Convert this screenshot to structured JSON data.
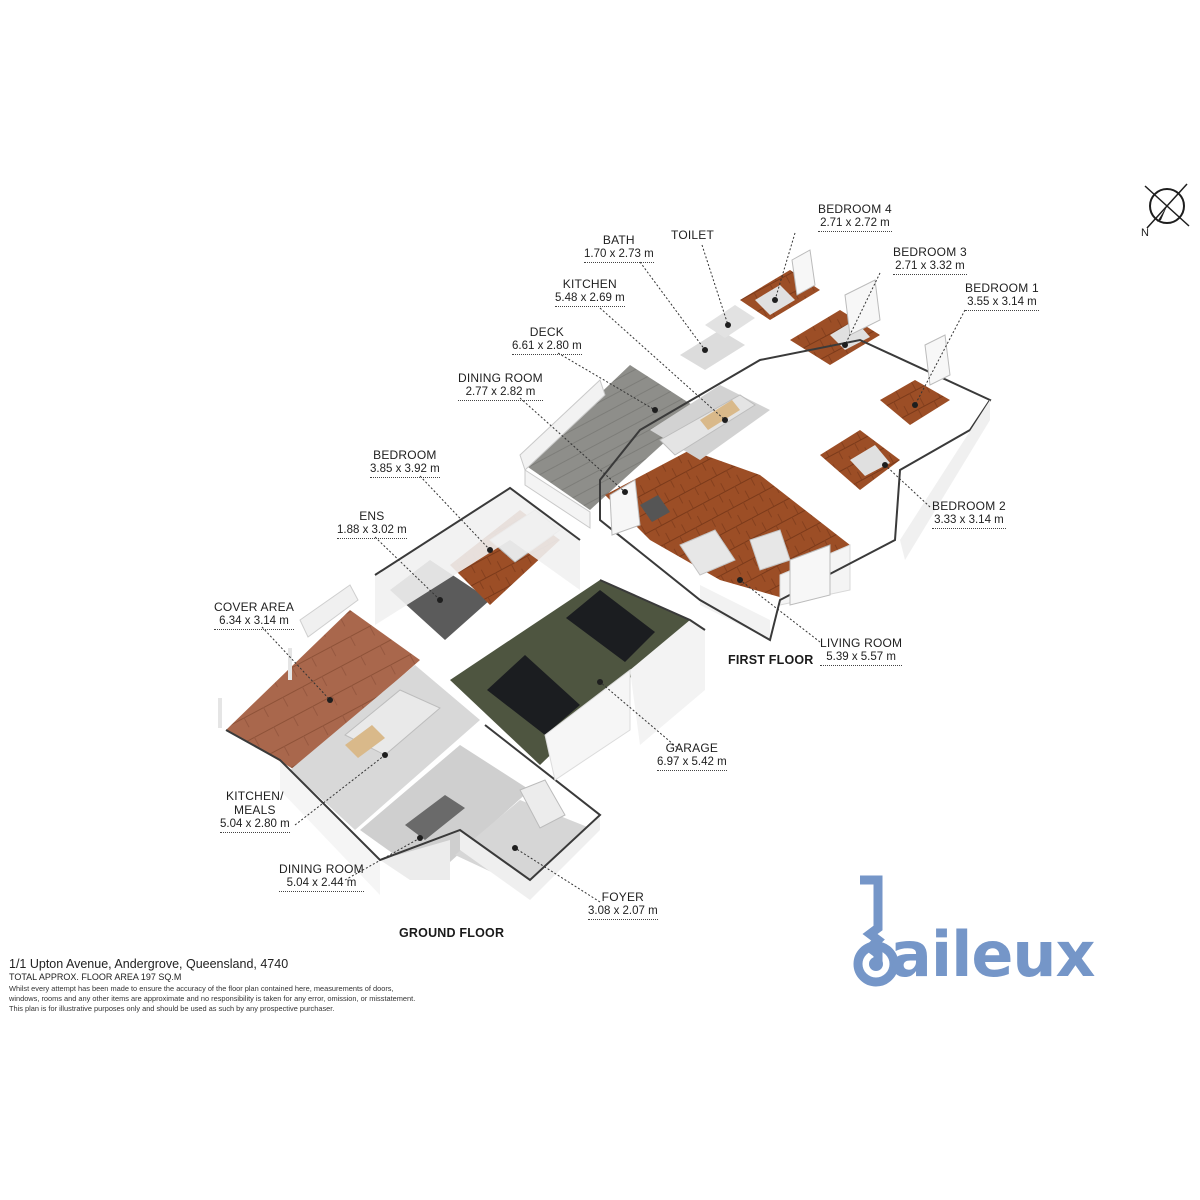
{
  "rooms": {
    "bedroom4": {
      "name": "BEDROOM 4",
      "dims": "2.71 x 2.72 m"
    },
    "bedroom3": {
      "name": "BEDROOM 3",
      "dims": "2.71 x 3.32 m"
    },
    "bedroom1": {
      "name": "BEDROOM 1",
      "dims": "3.55 x 3.14 m"
    },
    "bedroom2": {
      "name": "BEDROOM 2",
      "dims": "3.33 x 3.14 m"
    },
    "toilet": {
      "name": "TOILET",
      "dims": ""
    },
    "bath": {
      "name": "BATH",
      "dims": "1.70 x 2.73 m"
    },
    "kitchen": {
      "name": "KITCHEN",
      "dims": "5.48 x 2.69 m"
    },
    "deck": {
      "name": "DECK",
      "dims": "6.61 x 2.80 m"
    },
    "dining_upper": {
      "name": "DINING ROOM",
      "dims": "2.77 x 2.82 m"
    },
    "bedroom": {
      "name": "BEDROOM",
      "dims": "3.85 x 3.92 m"
    },
    "ens": {
      "name": "ENS",
      "dims": "1.88 x 3.02 m"
    },
    "cover_area": {
      "name": "COVER AREA",
      "dims": "6.34 x 3.14 m"
    },
    "living_room": {
      "name": "LIVING ROOM",
      "dims": "5.39 x 5.57 m"
    },
    "garage": {
      "name": "GARAGE",
      "dims": "6.97 x 5.42 m"
    },
    "kitchen_meals": {
      "name": "KITCHEN/\nMEALS",
      "name_line1": "KITCHEN/",
      "name_line2": "MEALS",
      "dims": "5.04 x 2.80 m"
    },
    "dining_lower": {
      "name": "DINING ROOM",
      "dims": "5.04 x 2.44 m"
    },
    "foyer": {
      "name": "FOYER",
      "dims": "3.08 x 2.07 m"
    }
  },
  "floors": {
    "first": "FIRST FLOOR",
    "ground": "GROUND FLOOR"
  },
  "compass": {
    "north": "N"
  },
  "footer": {
    "address": "1/1 Upton Avenue, Andergrove, Queensland, 4740",
    "total_area": "TOTAL APPROX. FLOOR AREA 197 SQ.M",
    "disclaimer_1": "Whilst every attempt has been made to ensure the accuracy of the floor plan contained here, measurements of doors,",
    "disclaimer_2": "windows, rooms and any other items are approximate and no responsibility is taken for any error, omission, or misstatement.",
    "disclaimer_3": "This plan is for illustrative purposes only and should be used as such by any prospective purchaser."
  },
  "brand": {
    "name": "baileux",
    "tail": "aileux",
    "color": "#7596c8"
  },
  "colors": {
    "timber": "#9c4e26",
    "grey_floor": "#8e8e8a",
    "garage_floor": "#4e5540",
    "cover_timber": "#a9674c",
    "wall": "#f2f2f2",
    "wall_top": "#3a3a3a"
  }
}
